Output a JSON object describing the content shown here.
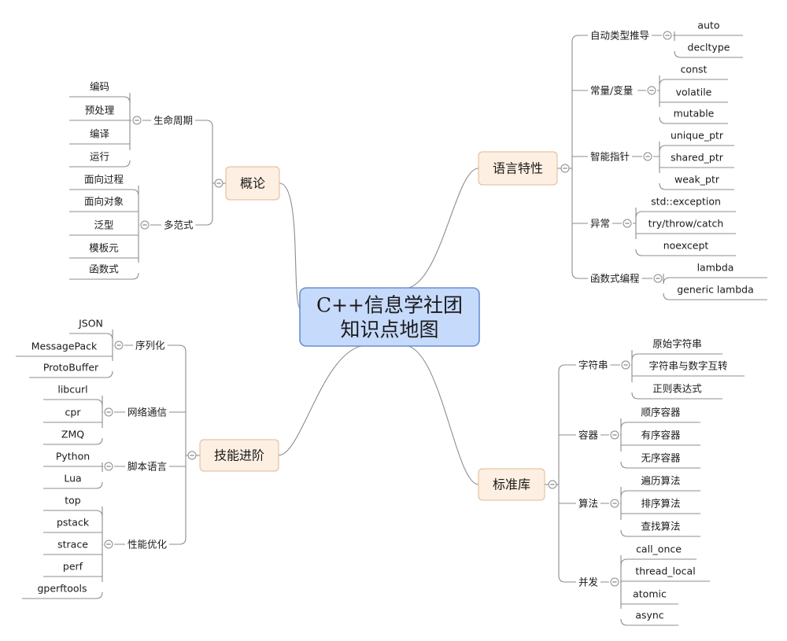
{
  "root": {
    "line1": "C++信息学社团",
    "line2": "知识点地图"
  },
  "branches": [
    {
      "id": "overview",
      "label": "概论",
      "subs": [
        {
          "label": "生命周期",
          "leaves": [
            "编码",
            "预处理",
            "编译",
            "运行"
          ]
        },
        {
          "label": "多范式",
          "leaves": [
            "面向过程",
            "面向对象",
            "泛型",
            "模板元",
            "函数式"
          ]
        }
      ]
    },
    {
      "id": "language",
      "label": "语言特性",
      "subs": [
        {
          "label": "自动类型推导",
          "leaves": [
            "auto",
            "decltype"
          ]
        },
        {
          "label": "常量/变量",
          "leaves": [
            "const",
            "volatile",
            "mutable"
          ]
        },
        {
          "label": "智能指针",
          "leaves": [
            "unique_ptr",
            "shared_ptr",
            "weak_ptr"
          ]
        },
        {
          "label": "异常",
          "leaves": [
            "std::exception",
            "try/throw/catch",
            "noexcept"
          ]
        },
        {
          "label": "函数式编程",
          "leaves": [
            "lambda",
            "generic lambda"
          ]
        }
      ]
    },
    {
      "id": "advanced",
      "label": "技能进阶",
      "subs": [
        {
          "label": "序列化",
          "leaves": [
            "JSON",
            "MessagePack",
            "ProtoBuffer"
          ]
        },
        {
          "label": "网络通信",
          "leaves": [
            "libcurl",
            "cpr",
            "ZMQ"
          ]
        },
        {
          "label": "脚本语言",
          "leaves": [
            "Python",
            "Lua"
          ]
        },
        {
          "label": "性能优化",
          "leaves": [
            "top",
            "pstack",
            "strace",
            "perf",
            "gperftools"
          ]
        }
      ]
    },
    {
      "id": "stdlib",
      "label": "标准库",
      "subs": [
        {
          "label": "字符串",
          "leaves": [
            "原始字符串",
            "字符串与数字互转",
            "正则表达式"
          ]
        },
        {
          "label": "容器",
          "leaves": [
            "顺序容器",
            "有序容器",
            "无序容器"
          ]
        },
        {
          "label": "算法",
          "leaves": [
            "遍历算法",
            "排序算法",
            "查找算法"
          ]
        },
        {
          "label": "并发",
          "leaves": [
            "call_once",
            "thread_local",
            "atomic",
            "async"
          ]
        }
      ]
    }
  ],
  "colors": {
    "root_fill": "#c6dafc",
    "root_stroke": "#6a8fcf",
    "branch_fill": "#fdefe2",
    "branch_stroke": "#e0b893",
    "line": "#8c8c8c"
  }
}
